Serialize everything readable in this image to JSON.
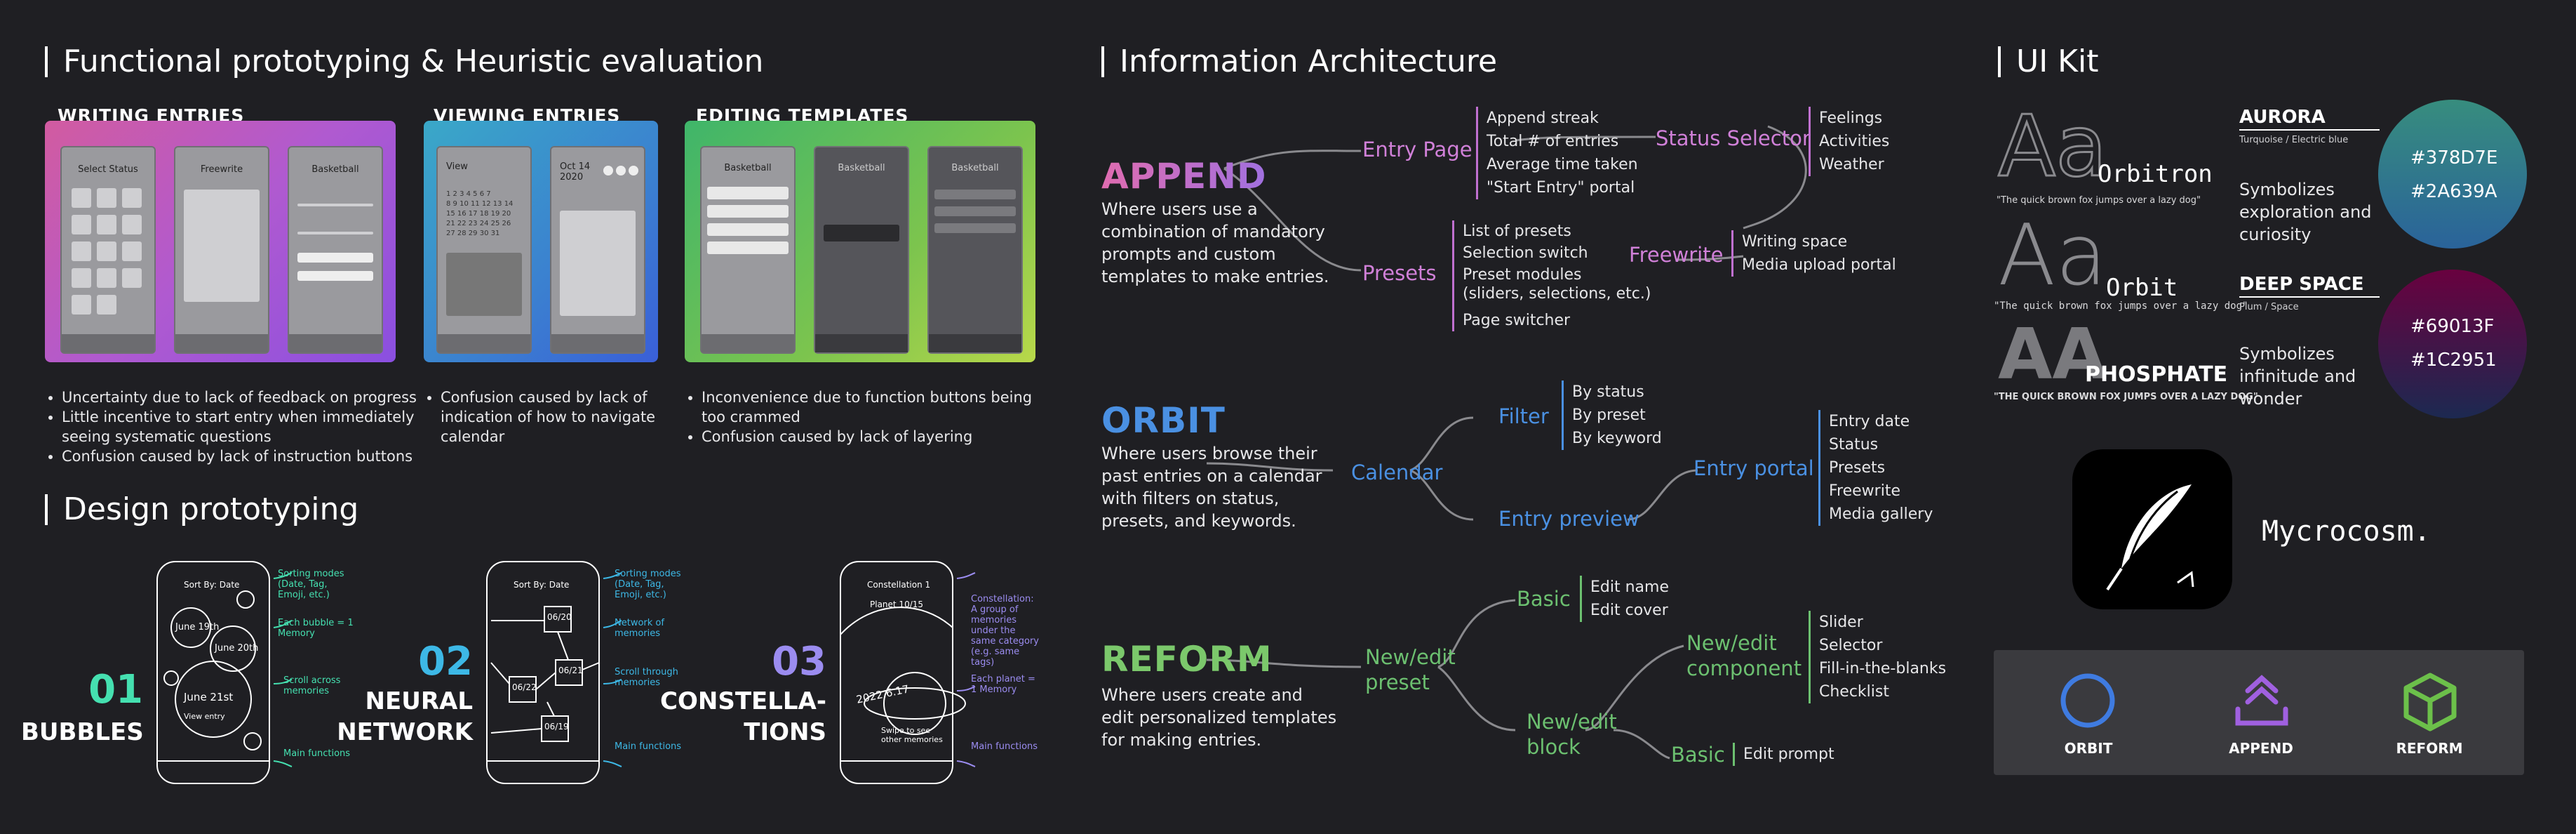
{
  "sections": {
    "functional": "Functional prototyping & Heuristic evaluation",
    "design": "Design prototyping",
    "ia": "Information Architecture",
    "uikit": "UI Kit"
  },
  "cards": [
    {
      "title": "WRITING ENTRIES",
      "phones": [
        "Select Status",
        "Freewrite",
        "Basketball"
      ],
      "bullets": [
        "Uncertainty due to lack of feedback on progress",
        "Little incentive to start entry when immediately seeing systematic questions",
        "Confusion caused by lack of instruction buttons"
      ]
    },
    {
      "title": "VIEWING ENTRIES",
      "phones": [
        "View",
        "Oct 14 2020"
      ],
      "bullets": [
        "Confusion caused by lack of indication of how to navigate calendar"
      ]
    },
    {
      "title": "EDITING TEMPLATES",
      "phones": [
        "Basketball",
        "Basketball",
        "Basketball"
      ],
      "bullets": [
        "Inconvenience due to function buttons being too crammed",
        "Confusion caused by lack of layering"
      ]
    }
  ],
  "prototypes": [
    {
      "num": "01",
      "name": "BUBBLES",
      "color": "#45e0b0",
      "notes": [
        "Sorting modes (Date, Tag, Emoji, etc.)",
        "Each bubble = 1 Memory",
        "Scroll across memories",
        "Main functions"
      ],
      "labels": [
        "Sort By: Date",
        "June 19th",
        "June 20th",
        "June 21st",
        "View entry"
      ]
    },
    {
      "num": "02",
      "name_lines": [
        "NEURAL",
        "NETWORK"
      ],
      "color": "#3db8e6",
      "notes": [
        "Sorting modes (Date, Tag, Emoji, etc.)",
        "Network of memories",
        "Scroll through memories",
        "Main functions"
      ],
      "labels": [
        "Sort By: Date",
        "06/20",
        "06/21",
        "06/22",
        "06/19"
      ]
    },
    {
      "num": "03",
      "name_lines": [
        "CONSTELLA-",
        "TIONS"
      ],
      "color": "#9b8cf0",
      "notes": [
        "Constellation: A group of memories under the same category (e.g. same tags)",
        "Each planet = 1 Memory",
        "Main functions"
      ],
      "labels": [
        "Constellation 1",
        "Planet 10/15",
        "2022.6.17",
        "Swipe to see other memories"
      ]
    }
  ],
  "ia": {
    "append": {
      "title": "APPEND",
      "desc": "Where users use a combination of mandatory prompts and custom templates to make entries.",
      "entry_page": "Entry Page",
      "entry_page_items": [
        "Append streak",
        "Total # of entries",
        "Average time taken",
        "\"Start Entry\" portal"
      ],
      "status_selector": "Status Selector",
      "status_items": [
        "Feelings",
        "Activities",
        "Weather"
      ],
      "presets": "Presets",
      "presets_items": [
        "List of presets",
        "Selection switch",
        "Preset modules",
        "(sliders, selections, etc.)",
        "Page switcher"
      ],
      "freewrite": "Freewrite",
      "freewrite_items": [
        "Writing space",
        "Media upload portal"
      ]
    },
    "orbit": {
      "title": "ORBIT",
      "desc": "Where users browse their past entries on a calendar with filters on status, presets, and keywords.",
      "calendar": "Calendar",
      "filter": "Filter",
      "filter_items": [
        "By status",
        "By preset",
        "By keyword"
      ],
      "entry_preview": "Entry preview",
      "entry_portal": "Entry portal",
      "portal_items": [
        "Entry date",
        "Status",
        "Presets",
        "Freewrite",
        "Media gallery"
      ]
    },
    "reform": {
      "title": "REFORM",
      "desc": "Where users create and edit personalized templates for making entries.",
      "new_preset_1": "New/edit",
      "new_preset_2": "preset",
      "basic": "Basic",
      "basic_items": [
        "Edit name",
        "Edit cover"
      ],
      "new_component_1": "New/edit",
      "new_component_2": "component",
      "component_items": [
        "Slider",
        "Selector",
        "Fill-in-the-blanks",
        "Checklist"
      ],
      "new_block_1": "New/edit",
      "new_block_2": "block",
      "basic2": "Basic",
      "basic2_items": [
        "Edit prompt"
      ]
    }
  },
  "uikit": {
    "fonts": [
      {
        "name": "Orbitron",
        "sample": "\"The quick brown fox jumps over a lazy dog\""
      },
      {
        "name": "Orbit",
        "sample": "\"The quick brown fox jumps over a lazy dog\""
      },
      {
        "name": "PHOSPHATE",
        "sample": "\"THE QUICK BROWN FOX JUMPS OVER A LAZY DOG\""
      }
    ],
    "glyph": "Aa",
    "glyph_caps": "AA",
    "palettes": [
      {
        "name": "AURORA",
        "sub": "Turquoise / Electric blue",
        "desc": "Symbolizes exploration and curiosity",
        "hex1": "#378D7E",
        "hex2": "#2A639A"
      },
      {
        "name": "DEEP SPACE",
        "sub": "Plum / Space",
        "desc": "Symbolizes infinitude and wonder",
        "hex1": "#69013F",
        "hex2": "#1C2951"
      }
    ],
    "wordmark": "Mycrocosm.",
    "icons": [
      {
        "label": "ORBIT",
        "icon": "ring-icon",
        "color": "#3f7be0"
      },
      {
        "label": "APPEND",
        "icon": "stack-up-icon",
        "color": "#a060e0"
      },
      {
        "label": "REFORM",
        "icon": "cube-icon",
        "color": "#6cc04a"
      }
    ]
  },
  "colors": {
    "append": "#c070d0",
    "orbit": "#4a90e2",
    "reform": "#6cc070"
  }
}
